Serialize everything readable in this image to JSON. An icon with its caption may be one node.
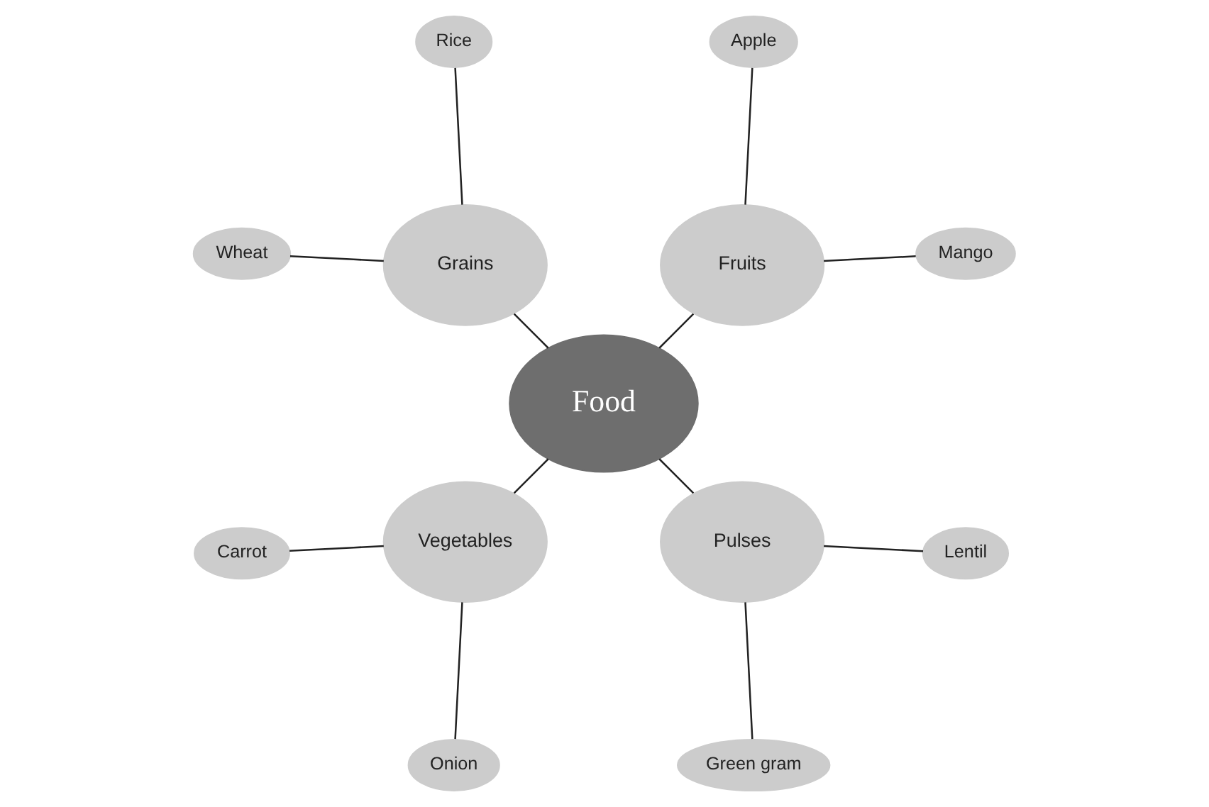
{
  "diagram": {
    "nodes": [
      {
        "text": [
          "Food"
        ]
      },
      {
        "text": [
          "Fruits"
        ]
      },
      {
        "text": [
          "Mango"
        ]
      },
      {
        "text": [
          "Apple"
        ]
      },
      {
        "text": [
          "Grains"
        ]
      },
      {
        "text": [
          "Rice"
        ]
      },
      {
        "text": [
          "Wheat"
        ]
      },
      {
        "text": [
          "Vegetables"
        ]
      },
      {
        "text": [
          "Carrot"
        ]
      },
      {
        "text": [
          "Onion"
        ]
      },
      {
        "text": [
          "Pulses"
        ]
      },
      {
        "text": [
          "Green gram"
        ]
      },
      {
        "text": [
          "Lentil"
        ]
      }
    ],
    "edges": [
      {
        "from": 0,
        "to": 1,
        "arrow": "none"
      },
      {
        "from": 1,
        "to": 2,
        "arrow": "none"
      },
      {
        "from": 1,
        "to": 3,
        "arrow": "none"
      },
      {
        "from": 0,
        "to": 4,
        "arrow": "none"
      },
      {
        "from": 4,
        "to": 5,
        "arrow": "none"
      },
      {
        "from": 4,
        "to": 6,
        "arrow": "none"
      },
      {
        "from": 0,
        "to": 7,
        "arrow": "none"
      },
      {
        "from": 7,
        "to": 8,
        "arrow": "none"
      },
      {
        "from": 7,
        "to": 9,
        "arrow": "none"
      },
      {
        "from": 0,
        "to": 10,
        "arrow": "none"
      },
      {
        "from": 10,
        "to": 11,
        "arrow": "none"
      },
      {
        "from": 10,
        "to": 12,
        "arrow": "none"
      }
    ]
  }
}
